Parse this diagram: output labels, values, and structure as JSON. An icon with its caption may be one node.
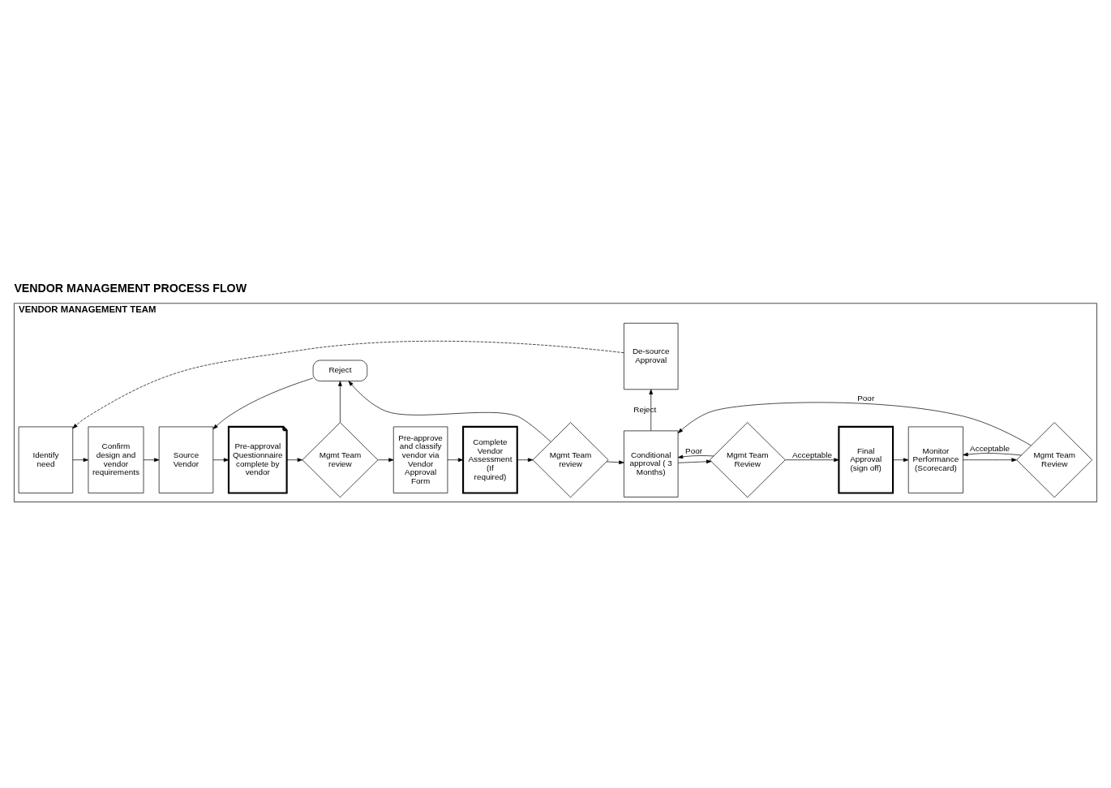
{
  "diagram": {
    "title": "VENDOR MANAGEMENT PROCESS FLOW",
    "nodes": [
      {
        "text": [
          "VENDOR MANAGEMENT TEAM"
        ]
      },
      {
        "text": [
          "Identify need"
        ],
        "in": 0
      },
      {
        "text": [
          "Confirm design and vendor requirements"
        ],
        "in": 0
      },
      {
        "text": [
          "Source Vendor"
        ],
        "in": 0
      },
      {
        "text": [
          "Pre-approval Questionnaire complete by vendor"
        ],
        "in": 0
      },
      {
        "text": [
          "Mgmt Team review"
        ],
        "in": 0
      },
      {
        "text": [
          "Reject"
        ],
        "in": 0
      },
      {
        "text": [
          "Pre-approve and classify vendor via Vendor Approval Form"
        ],
        "in": 0
      },
      {
        "text": [
          "Complete Vendor Assessment (If required)"
        ],
        "in": 0
      },
      {
        "text": [
          "Mgmt Team review"
        ],
        "in": 0
      },
      {
        "text": [
          "De-source Approval"
        ],
        "in": 0
      },
      {
        "text": [
          "Conditional approval ( 3 Months)"
        ],
        "in": 0
      },
      {
        "text": [
          "Mgmt Team Review"
        ],
        "in": 0
      },
      {
        "text": [
          "Final Approval (sign off)"
        ],
        "in": 0
      },
      {
        "text": [
          "Monitor Performance (Scorecard)"
        ],
        "in": 0
      },
      {
        "text": [
          "Mgmt Team Review"
        ],
        "in": 0
      }
    ],
    "edges": [
      {
        "from": 10,
        "to": 1,
        "arrow": "to",
        "style": "dashed"
      },
      {
        "from": 1,
        "to": 2,
        "arrow": "to"
      },
      {
        "from": 2,
        "to": 3,
        "arrow": "to"
      },
      {
        "from": 3,
        "to": 4,
        "arrow": "to"
      },
      {
        "from": 4,
        "to": 5,
        "arrow": "to"
      },
      {
        "from": 5,
        "to": 6,
        "arrow": "to"
      },
      {
        "from": 6,
        "to": 3,
        "arrow": "to"
      },
      {
        "from": 5,
        "to": 7,
        "arrow": "to"
      },
      {
        "from": 7,
        "to": 8,
        "arrow": "to"
      },
      {
        "from": 8,
        "to": 9,
        "arrow": "to"
      },
      {
        "from": 9,
        "to": 6,
        "arrow": "to"
      },
      {
        "from": 9,
        "to": 11,
        "arrow": "to"
      },
      {
        "from": 11,
        "to": 10,
        "label": "Reject",
        "arrow": "to"
      },
      {
        "from": 11,
        "to": 12,
        "arrow": "to"
      },
      {
        "from": 12,
        "to": 13,
        "label": "Acceptable",
        "arrow": "to"
      },
      {
        "from": 13,
        "to": 14,
        "arrow": "to"
      },
      {
        "from": 14,
        "to": 15,
        "arrow": "to"
      },
      {
        "from": 15,
        "to": 14,
        "label": "Acceptable",
        "arrow": "to"
      },
      {
        "from": 15,
        "to": 11,
        "label": "Poor",
        "arrow": "to"
      },
      {
        "from": 12,
        "to": 11,
        "label": "Poor",
        "arrow": "to"
      }
    ]
  }
}
